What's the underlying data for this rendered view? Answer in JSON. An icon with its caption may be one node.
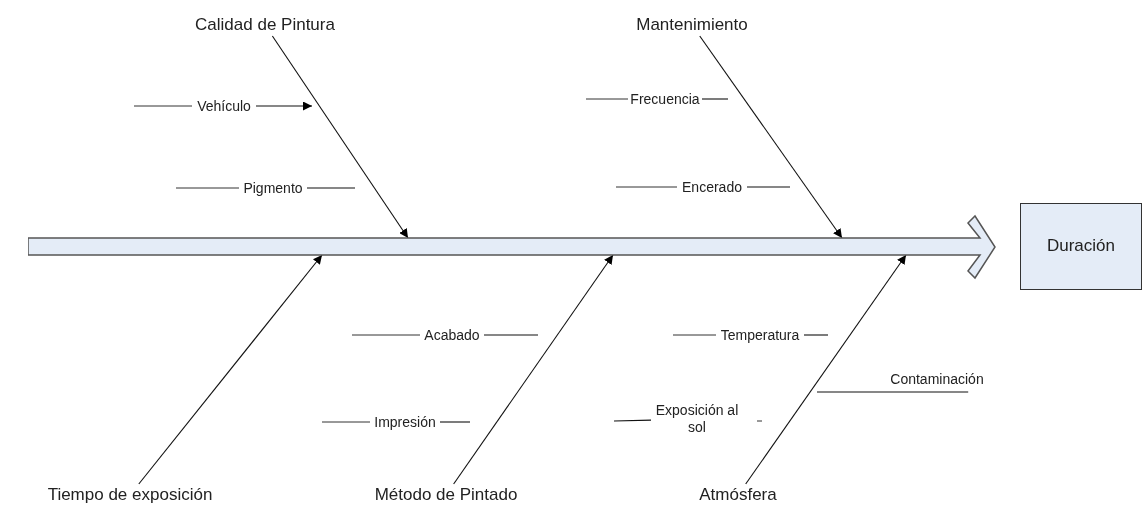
{
  "diagram": {
    "nodes": [
      {
        "text": [
          "Calidad de Pintura"
        ]
      },
      {
        "text": [
          "Vehículo"
        ]
      },
      {
        "text": [
          "Pigmento"
        ]
      },
      {
        "text": [
          "Mantenimiento"
        ]
      },
      {
        "text": [
          "Frecuencia"
        ]
      },
      {
        "text": [
          "Encerado"
        ]
      },
      {
        "text": [],
        "shape": "arrow"
      },
      {
        "text": [
          "Tiempo de exposición"
        ]
      },
      {
        "text": [
          "Método de Pintado"
        ]
      },
      {
        "text": [
          "Acabado"
        ]
      },
      {
        "text": [
          "Impresión"
        ]
      },
      {
        "text": [
          "Atmósfera"
        ]
      },
      {
        "text": [
          "Temperatura"
        ]
      },
      {
        "text": [
          "Exposición al sol"
        ]
      },
      {
        "text": [
          "Contaminación"
        ]
      },
      {
        "text": [
          "Duración"
        ]
      }
    ],
    "edges": [
      {
        "from": 0,
        "to": 6,
        "arrow": "to"
      },
      {
        "from": 1,
        "to": null,
        "arrow": "to"
      },
      {
        "from": 2,
        "to": null,
        "arrow": "none"
      },
      {
        "from": 3,
        "to": 6,
        "arrow": "to"
      },
      {
        "from": 4,
        "to": null,
        "arrow": "none"
      },
      {
        "from": 5,
        "to": null,
        "arrow": "none"
      },
      {
        "from": 7,
        "to": 6,
        "arrow": "to"
      },
      {
        "from": 8,
        "to": 6,
        "arrow": "to"
      },
      {
        "from": 9,
        "to": null,
        "arrow": "none"
      },
      {
        "from": 10,
        "to": null,
        "arrow": "none"
      },
      {
        "from": 11,
        "to": 6,
        "arrow": "to"
      },
      {
        "from": 12,
        "to": null,
        "arrow": "none"
      },
      {
        "from": 13,
        "to": null,
        "arrow": "none"
      },
      {
        "from": 14,
        "to": null,
        "arrow": "none"
      }
    ]
  }
}
